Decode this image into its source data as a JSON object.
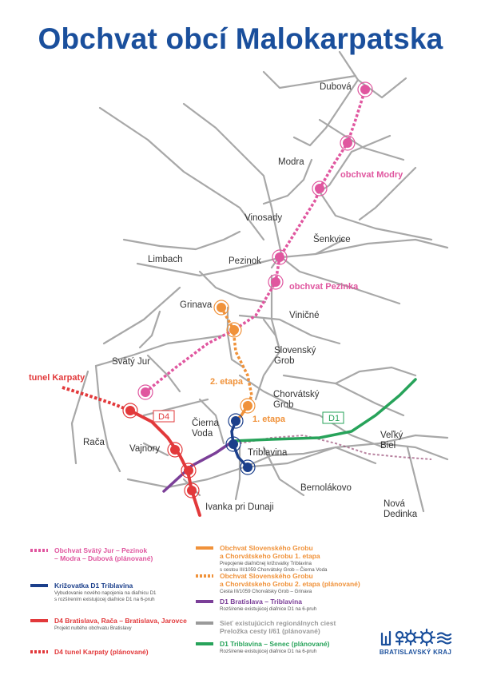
{
  "title": "Obchvat obcí Malokarpatska",
  "colors": {
    "pink": "#e0569f",
    "orange": "#f0923a",
    "navy": "#1b3f8b",
    "red": "#e2393b",
    "purple": "#7b3f98",
    "green": "#27a35a",
    "grey": "#9a9a9a",
    "brand": "#1a4f9c"
  },
  "towns": {
    "dubova": "Dubová",
    "modra": "Modra",
    "vinosady": "Vinosady",
    "senkvice": "Šenkvice",
    "limbach": "Limbach",
    "pezinok": "Pezinok",
    "grinava": "Grinava",
    "vinicne": "Viničné",
    "svaty_jur": "Svätý Jur",
    "slovensky_grob": "Slovenský\nGrob",
    "chorvatsky_grob": "Chorvátský\nGrob",
    "cierna_voda": "Čierna\nVoda",
    "raca": "Rača",
    "vajnory": "Vajnory",
    "triblavina": "Triblavina",
    "velky_biel": "Veľký\nBiel",
    "bernolakovo": "Bernolákovo",
    "nova_dedinka": "Nová\nDedinka",
    "ivanka": "Ivanka pri Dunaji"
  },
  "map_labels": {
    "obchvat_modry": "obchvat Modry",
    "obchvat_pezinka": "obchvat Pezinka",
    "etapa2": "2. etapa",
    "etapa1": "1. etapa",
    "tunel": "tunel Karpaty",
    "d4": "D4",
    "d1": "D1"
  },
  "legend": {
    "pink": {
      "title": "Obchvat Svätý Jur – Pezinok\n– Modra – Dubová  (plánované)"
    },
    "navy": {
      "title": "Križovatka D1 Triblavina",
      "desc": "Vybudovanie nového napojenia na diaľnicu D1\ns rozšírením existujúcej diaľnice D1 na 6-pruh"
    },
    "red": {
      "title": "D4 Bratislava, Rača – Bratislava, Jarovce",
      "desc": "Projekt nultého obchvatu Bratislavy"
    },
    "red_dotted": {
      "title": "D4 tunel Karpaty (plánované)"
    },
    "orange": {
      "title": "Obchvat Slovenského Grobu\na Chorvátskeho Grobu 1. etapa",
      "desc": "Prepojenie diaľničnej križovatky Triblavina\ns cestou III/1059 Chorvátsky Grob – Čierna Voda"
    },
    "orange_dotted": {
      "title": "Obchvat Slovenského Grobu\na Chorvátskeho Grobu 2. etapa (plánované)",
      "desc": "Cesta III/1059 Chorvátsky Grob – Grinava"
    },
    "purple": {
      "title": "D1 Bratislava – Triblavina",
      "desc": "Rozšírenie existujúcej diaľnice D1 na 6-pruh"
    },
    "grey": {
      "title": "Sieť existujúcich regionálnych ciest\nPreložka cesty I/61 (plánované)"
    },
    "green": {
      "title": "D1 Triblavina – Senec (plánované)",
      "desc": "Rozšírenie existujúcej diaľnice D1 na 6-pruh"
    }
  },
  "logo": {
    "text": "BRATISLAVSKÝ KRAJ",
    "icon": "bratislava-region-logo-icon"
  }
}
